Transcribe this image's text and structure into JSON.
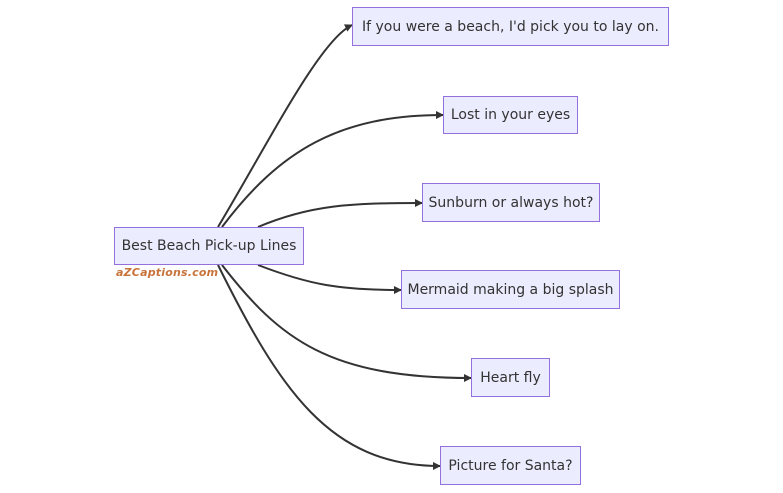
{
  "diagram": {
    "root": {
      "label": "Best Beach Pick-up Lines"
    },
    "branches": [
      {
        "label": "If you were a beach, I'd pick you to lay on."
      },
      {
        "label": "Lost in your eyes"
      },
      {
        "label": "Sunburn or always hot?"
      },
      {
        "label": "Mermaid making a big splash"
      },
      {
        "label": "Heart fly"
      },
      {
        "label": "Picture for Santa?"
      }
    ],
    "watermark": "aZCaptions.com",
    "colors": {
      "node_fill": "#ECECFF",
      "node_border": "#9370DB",
      "edge": "#333333",
      "text": "#333333"
    }
  }
}
